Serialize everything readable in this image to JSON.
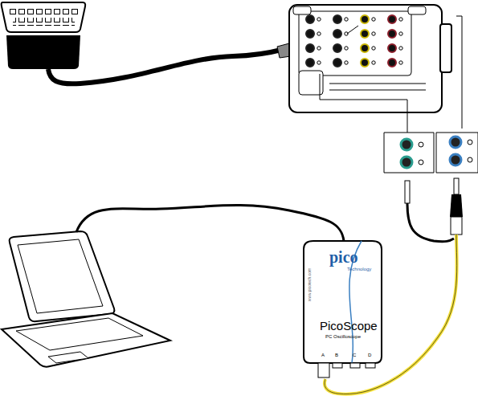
{
  "diagram": {
    "nodes": [
      {
        "text": [
          "pico",
          "Technology",
          "PicoScope",
          "PC Oscilloscope"
        ]
      }
    ],
    "labels": [
      "www.picotech.com",
      "A",
      "B",
      "C",
      "D"
    ]
  }
}
